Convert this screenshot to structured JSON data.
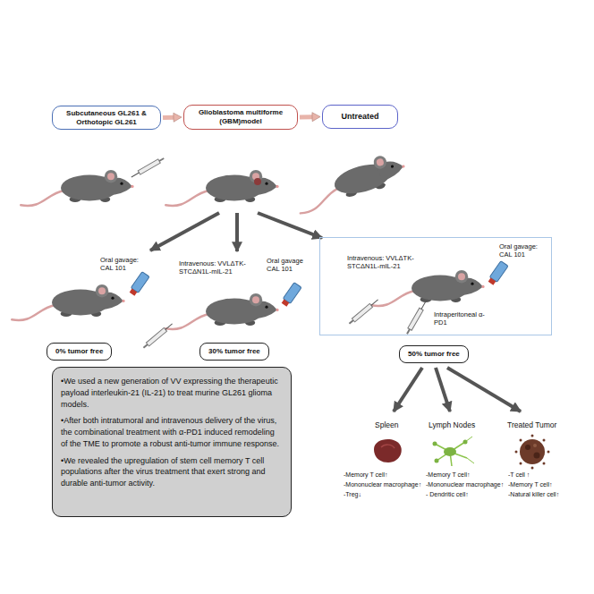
{
  "diagram": {
    "nodes": [
      {
        "text": [
          "Subcutaneous GL261 & Orthotopic GL261"
        ]
      },
      {
        "text": [
          "Glioblastoma multiforme (GBM)model"
        ]
      },
      {
        "text": [
          "Untreated"
        ]
      },
      {
        "text": [
          "Intravenous: VVLΔTK-STCΔN1L-mIL-21",
          "Oral gavage: CAL 101",
          "Intraperitoneal α-PD1"
        ]
      },
      {
        "text": [
          "0% tumor free"
        ]
      },
      {
        "text": [
          "30% tumor free"
        ]
      },
      {
        "text": [
          "50% tumor free"
        ]
      },
      {
        "text": [
          "•We used a new generation of VV expressing the therapeutic payload interleukin-21 (IL-21) to treat murine GL261 glioma models.",
          "•After both intratumoral and intravenous delivery of the virus, the combinational treatment with α-PD1 induced remodeling of the TME to promote a robust anti-tumor immune response.",
          "•We revealed the upregulation of stem cell memory T cell populations after the virus treatment that exert strong and durable anti-tumor activity."
        ]
      }
    ],
    "edges": [
      {
        "from": 0,
        "to": 1,
        "arrow": "to"
      },
      {
        "from": 1,
        "to": 2,
        "arrow": "to"
      }
    ],
    "labels": [
      "Oral gavage: CAL 101",
      "Intravenous: VVLΔTK-STCΔN1L-mIL-21",
      "Oral gavage CAL 101",
      "Spleen",
      "Lymph Nodes",
      "Treated Tumor",
      "-Memory T cell↑",
      "-Mononuclear macrophage↑",
      "-Treg↓",
      "-Memory T cell↑",
      "-Mononuclear macrophage↑",
      "- Dendritic cell↑",
      "-T cell ↑",
      "-Memory T cell↑",
      "-Natural killer cell↑"
    ]
  }
}
